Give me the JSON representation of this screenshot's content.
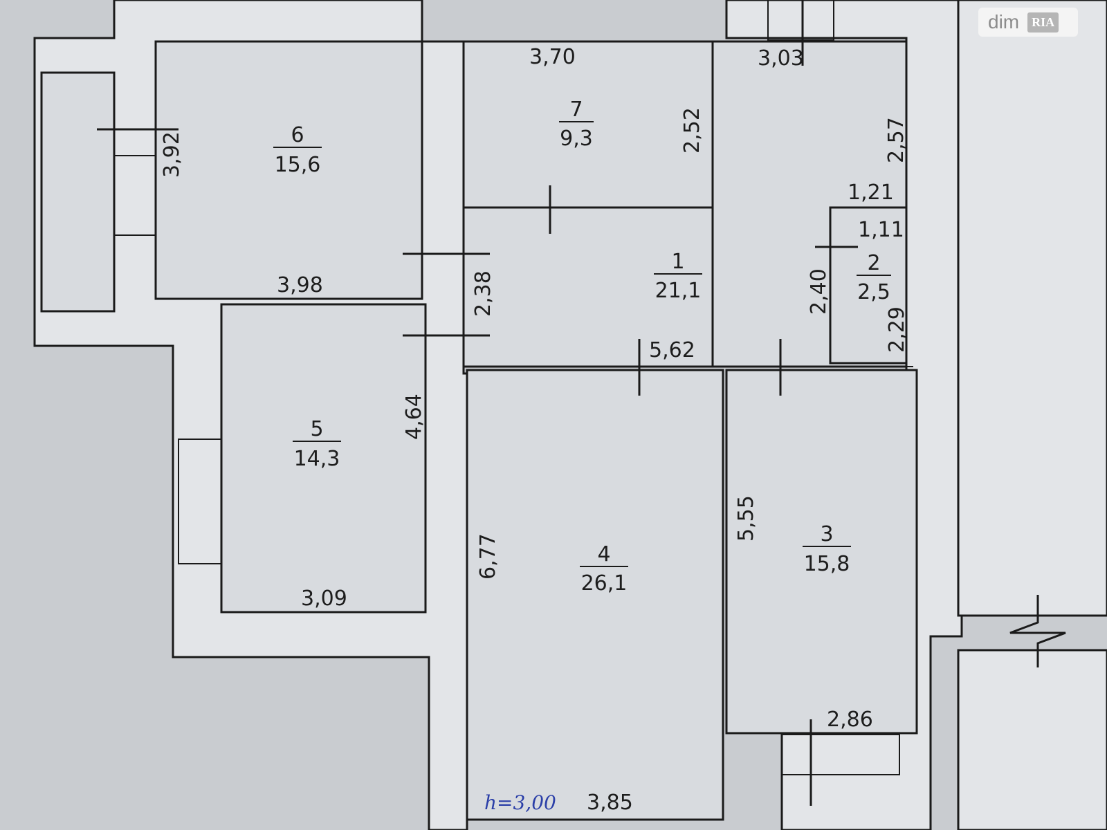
{
  "logo": {
    "brand": "dim",
    "badge": "RIA"
  },
  "rooms": [
    {
      "id": "1",
      "area": "21,1"
    },
    {
      "id": "2",
      "area": "2,5"
    },
    {
      "id": "3",
      "area": "15,8"
    },
    {
      "id": "4",
      "area": "26,1"
    },
    {
      "id": "5",
      "area": "14,3"
    },
    {
      "id": "6",
      "area": "15,6"
    },
    {
      "id": "7",
      "area": "9,3"
    }
  ],
  "dimensions": {
    "d_3_70": "3,70",
    "d_3_03": "3,03",
    "d_2_52": "2,52",
    "d_2_57": "2,57",
    "d_3_92": "3,92",
    "d_1_21": "1,21",
    "d_1_11": "1,11",
    "d_3_98": "3,98",
    "d_2_38": "2,38",
    "d_2_40": "2,40",
    "d_2_29": "2,29",
    "d_5_62": "5,62",
    "d_4_64": "4,64",
    "d_5_55": "5,55",
    "d_6_77": "6,77",
    "d_3_09": "3,09",
    "d_2_86": "2,86",
    "d_3_85": "3,85"
  },
  "ceiling_note": "h=3,00"
}
